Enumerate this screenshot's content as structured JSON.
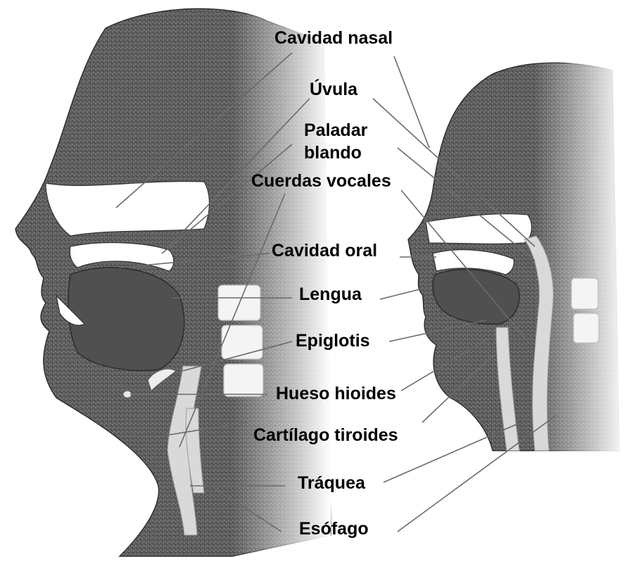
{
  "labels": {
    "nasal_cavity": "Cavidad nasal",
    "uvula": "Úvula",
    "soft_palate_line1": "Paladar",
    "soft_palate_line2": "blando",
    "vocal_cords": "Cuerdas vocales",
    "oral_cavity": "Cavidad oral",
    "tongue": "Lengua",
    "epiglottis": "Epiglotis",
    "hyoid_bone": "Hueso hioides",
    "thyroid_cartilage": "Cartílago tiroides",
    "trachea": "Tráquea",
    "esophagus": "Esófago"
  },
  "colors": {
    "skin_dark": "#4a4a4a",
    "skin_light": "#8c8c8c",
    "cavity": "#ffffff",
    "text": "#000000",
    "leader_line": "#6a6a6a"
  }
}
